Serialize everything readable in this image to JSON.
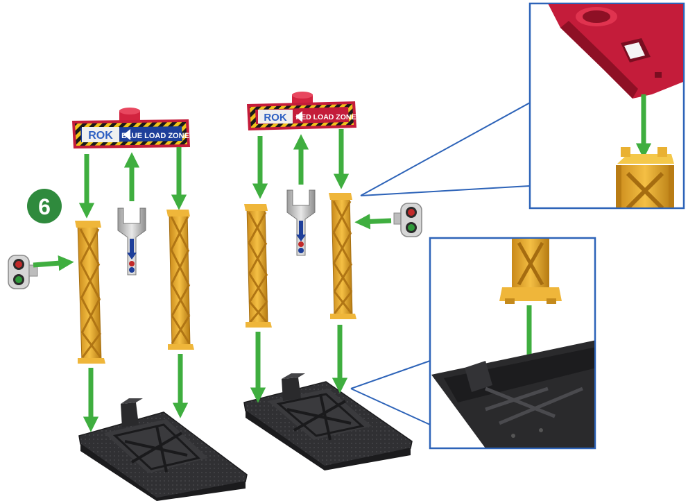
{
  "step": {
    "number": "6"
  },
  "signs": {
    "blue": {
      "logo": "ROK",
      "label": "BLUE LOAD ZONE"
    },
    "red": {
      "logo": "ROK",
      "label": "RED LOAD ZONE"
    }
  },
  "colors": {
    "arrow": "#3fae3f",
    "frame": "#2d63b8",
    "girder": "#e7a928",
    "girderDark": "#b47b14",
    "base": "#2f2f31",
    "baseDark": "#1b1b1d",
    "signRed": "#d2233f",
    "signBlue": "#1e3f9a",
    "stepBadge": "#2f8a3d"
  }
}
